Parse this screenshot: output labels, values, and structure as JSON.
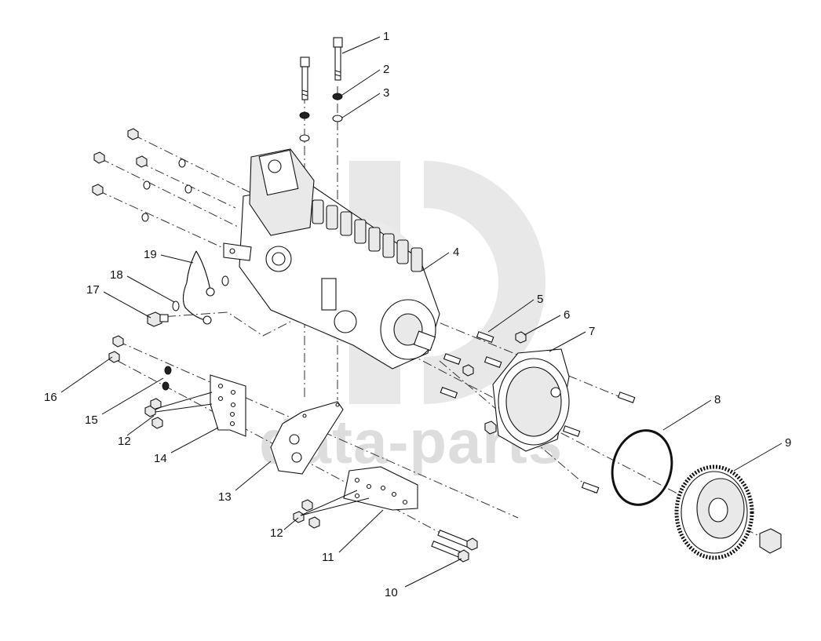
{
  "watermark": {
    "text": "data-parts",
    "color": "#cfcfcf"
  },
  "callouts": {
    "c1": "1",
    "c2": "2",
    "c3": "3",
    "c4": "4",
    "c5": "5",
    "c6": "6",
    "c7": "7",
    "c8": "8",
    "c9": "9",
    "c10": "10",
    "c11": "11",
    "c12a": "12",
    "c12b": "12",
    "c13": "13",
    "c14": "14",
    "c15": "15",
    "c16": "16",
    "c17": "17",
    "c18": "18",
    "c19": "19"
  }
}
